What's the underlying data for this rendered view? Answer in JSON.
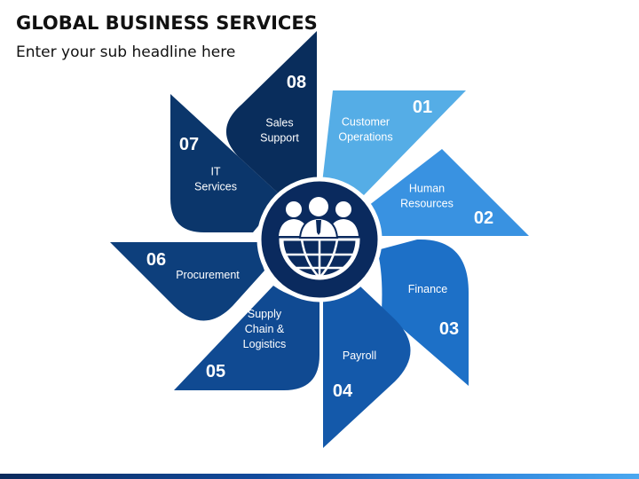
{
  "header": {
    "title": "GLOBAL BUSINESS SERVICES",
    "subtitle": "Enter your sub headline here"
  },
  "center": {
    "icon": "business-people-globe-icon"
  },
  "segments": [
    {
      "number": "01",
      "label": [
        "Customer",
        "Operations"
      ],
      "color": "#5bb8f5"
    },
    {
      "number": "02",
      "label": [
        "Human",
        "Resources"
      ],
      "color": "#3d9cf0"
    },
    {
      "number": "03",
      "label": [
        "Finance"
      ],
      "color": "#1f77d4"
    },
    {
      "number": "04",
      "label": [
        "Payroll"
      ],
      "color": "#165fb5"
    },
    {
      "number": "05",
      "label": [
        "Supply",
        "Chain &",
        "Logistics"
      ],
      "color": "#114f9c"
    },
    {
      "number": "06",
      "label": [
        "Procurement"
      ],
      "color": "#0e4384"
    },
    {
      "number": "07",
      "label": [
        "IT",
        "Services"
      ],
      "color": "#0c3a72"
    },
    {
      "number": "08",
      "label": [
        "Sales",
        "Support"
      ],
      "color": "#0a3062"
    }
  ]
}
